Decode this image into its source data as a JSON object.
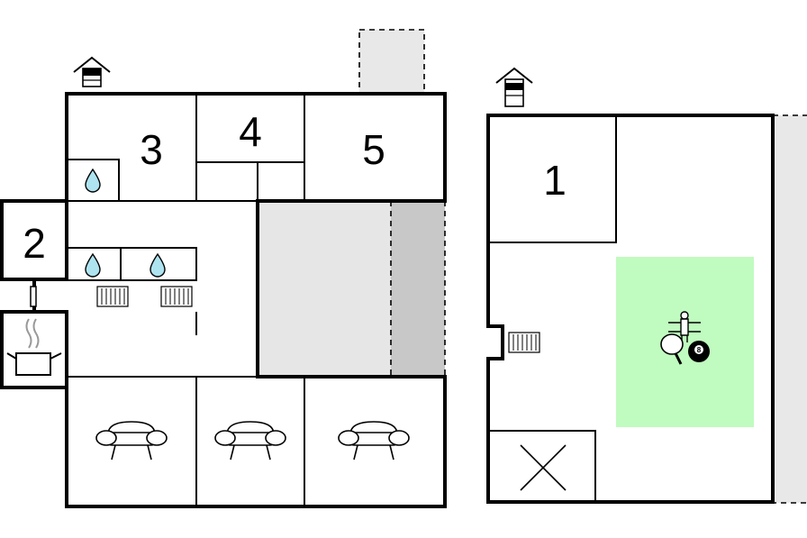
{
  "plan": {
    "rooms": [
      {
        "id": "room-1",
        "label": "1"
      },
      {
        "id": "room-2",
        "label": "2"
      },
      {
        "id": "room-3",
        "label": "3"
      },
      {
        "id": "room-4",
        "label": "4"
      },
      {
        "id": "room-5",
        "label": "5"
      }
    ],
    "icons": {
      "entrance": "house-entrance-icon",
      "water": "water-drop-icon",
      "radiator": "radiator-icon",
      "kitchen": "cooking-pot-icon",
      "sofa": "sofa-icon",
      "games": "games-icon",
      "billiard_ball_number": "8",
      "void": "cross-void-icon"
    },
    "colors": {
      "wall": "#000000",
      "terrace": "#e6e6e6",
      "terrace_dark": "#c8c8c8",
      "game_area": "#c0fbbf",
      "water": "#aee3f0",
      "annex": "#e8e8e8"
    }
  }
}
